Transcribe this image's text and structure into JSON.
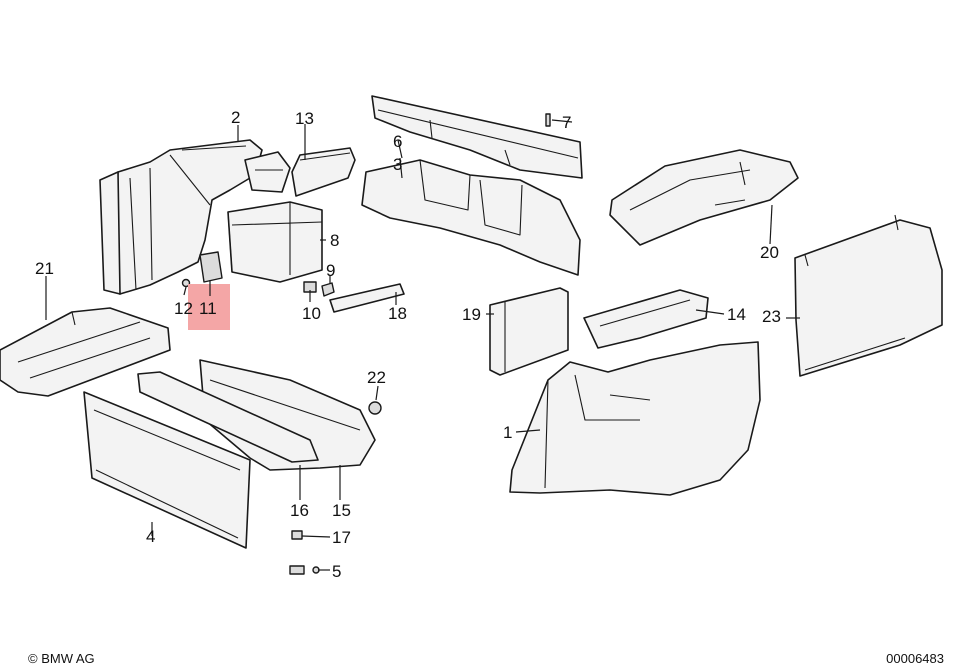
{
  "callouts": {
    "c1": "1",
    "c2": "2",
    "c3": "3",
    "c4": "4",
    "c5": "5",
    "c6": "6",
    "c7": "7",
    "c8": "8",
    "c9": "9",
    "c10": "10",
    "c11": "11",
    "c12": "12",
    "c13": "13",
    "c14": "14",
    "c15": "15",
    "c16": "16",
    "c17": "17",
    "c18": "18",
    "c19": "19",
    "c20": "20",
    "c21": "21",
    "c22": "22",
    "c23": "23"
  },
  "highlight": {
    "callout": "11",
    "color": "#f4a6a6"
  },
  "footer": {
    "copyright": "© BMW AG",
    "diagram_id": "00006483"
  }
}
